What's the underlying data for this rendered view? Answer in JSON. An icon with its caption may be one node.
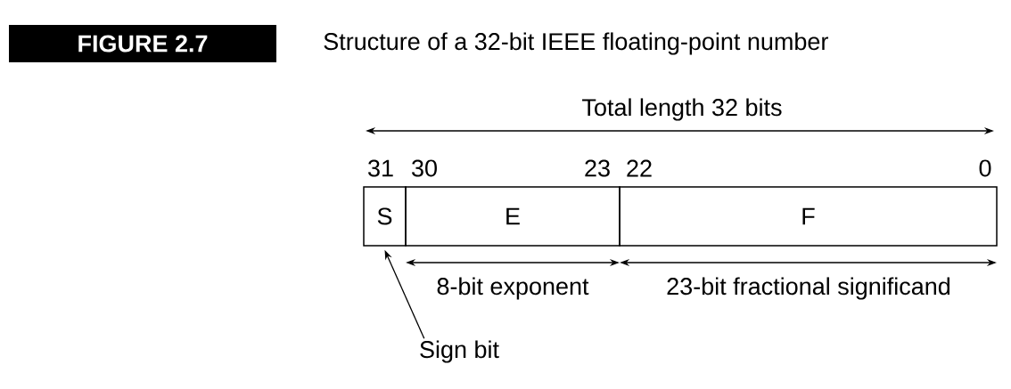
{
  "diagram": {
    "title": "Structure of a 32-bit IEEE floating-point number",
    "nodes": [
      {
        "text": [
          "FIGURE 2.7"
        ]
      },
      {
        "text": [
          "S"
        ]
      },
      {
        "text": [
          "E"
        ]
      },
      {
        "text": [
          "F"
        ]
      },
      {
        "text": [
          "Sign bit"
        ]
      }
    ],
    "edges": [
      {
        "from": 4,
        "to": 1,
        "arrow": "to"
      }
    ],
    "labels": [
      "Total length 32 bits",
      "31",
      "30",
      "23",
      "22",
      "0",
      "8-bit exponent",
      "23-bit fractional significand"
    ]
  }
}
